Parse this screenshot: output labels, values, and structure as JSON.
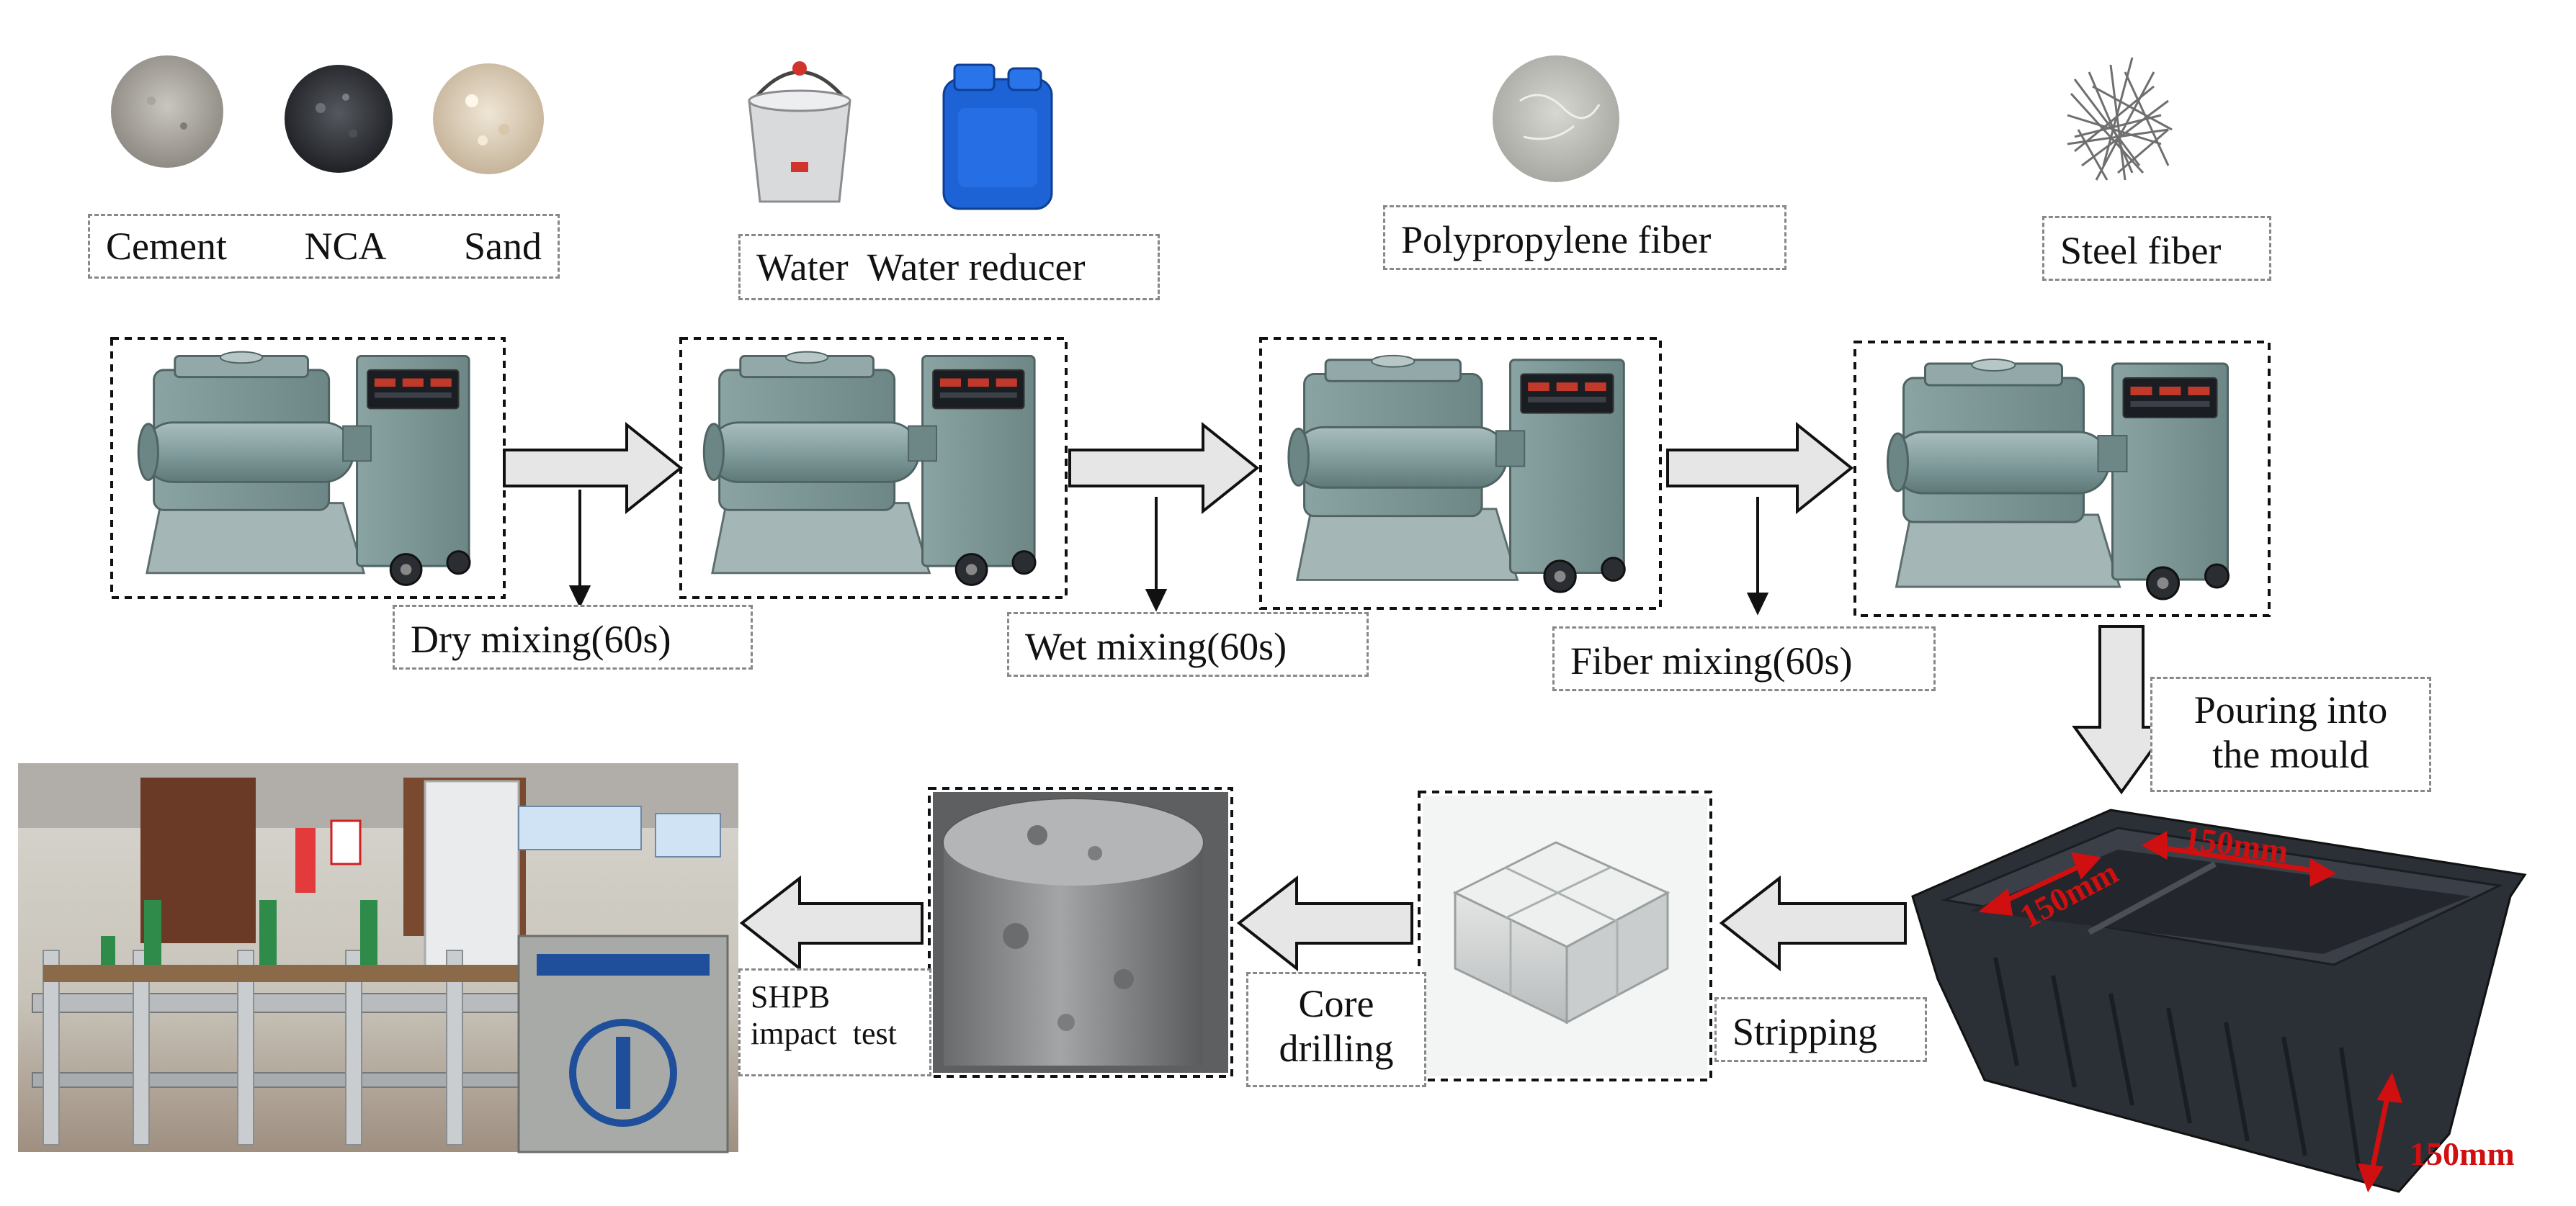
{
  "ingredients": {
    "group1": {
      "cement": "Cement",
      "nca": "NCA",
      "sand": "Sand"
    },
    "group2": {
      "water": "Water",
      "water_reducer": "Water reducer"
    },
    "group3": {
      "pp_fiber": "Polypropylene fiber"
    },
    "group4": {
      "steel_fiber": "Steel fiber"
    }
  },
  "steps": {
    "dry_mixing": "Dry mixing(60s)",
    "wet_mixing": "Wet mixing(60s)",
    "fiber_mixing": "Fiber mixing(60s)",
    "pouring_line1": "Pouring into",
    "pouring_line2": "the mould",
    "stripping": "Stripping",
    "core_line1": "Core",
    "core_line2": "drilling",
    "shpb_line1": "SHPB",
    "shpb_line2": "impact  test"
  },
  "mould": {
    "dim_width": "150mm",
    "dim_length": "150mm",
    "dim_height": "150mm"
  },
  "colors": {
    "arrow_fill": "#e6e6e6",
    "dimension_red": "#d01010",
    "mould_dark": "#2b2f36",
    "mixer_teal": "#7f9a9a"
  }
}
